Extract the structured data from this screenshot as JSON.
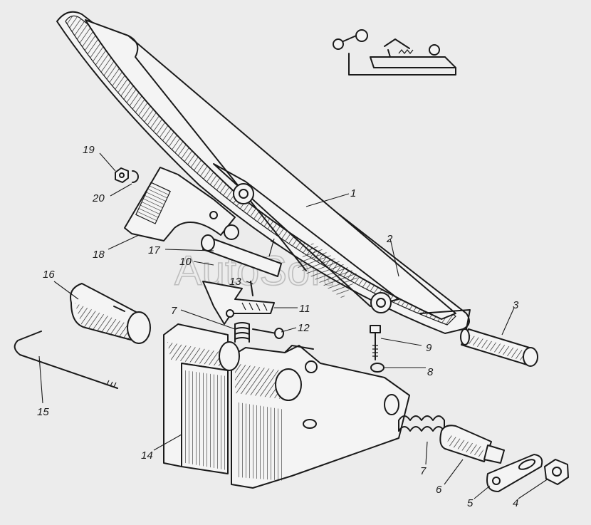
{
  "watermark": "AutoSoft",
  "colors": {
    "ink": "#1a1a1a",
    "paper": "#ececec",
    "watermark": "#bdbdbd"
  },
  "callouts": [
    {
      "id": "c1",
      "text": "1"
    },
    {
      "id": "c2",
      "text": "2"
    },
    {
      "id": "c3",
      "text": "3"
    },
    {
      "id": "c4",
      "text": "4"
    },
    {
      "id": "c5",
      "text": "5"
    },
    {
      "id": "c6",
      "text": "6"
    },
    {
      "id": "c7a",
      "text": "7"
    },
    {
      "id": "c7b",
      "text": "7"
    },
    {
      "id": "c8",
      "text": "8"
    },
    {
      "id": "c9",
      "text": "9"
    },
    {
      "id": "c10",
      "text": "10"
    },
    {
      "id": "c11",
      "text": "11"
    },
    {
      "id": "c12",
      "text": "12"
    },
    {
      "id": "c13",
      "text": "13"
    },
    {
      "id": "c14",
      "text": "14"
    },
    {
      "id": "c15",
      "text": "15"
    },
    {
      "id": "c16",
      "text": "16"
    },
    {
      "id": "c17",
      "text": "17"
    },
    {
      "id": "c18",
      "text": "18"
    },
    {
      "id": "c19",
      "text": "19"
    },
    {
      "id": "c20",
      "text": "20"
    }
  ]
}
